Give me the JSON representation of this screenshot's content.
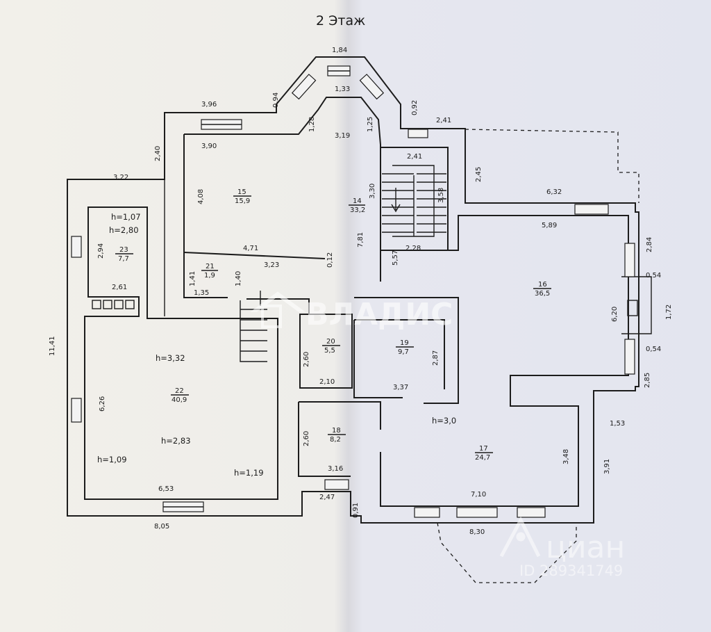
{
  "title": "2 Этаж",
  "dimensions": {
    "d1_84": "1,84",
    "d1_33": "1,33",
    "d0_94": "0,94",
    "d0_92": "0,92",
    "d3_96": "3,96",
    "d3_90": "3,90",
    "d1_28": "1,28",
    "d3_19": "3,19",
    "d1_25": "1,25",
    "d2_41a": "2,41",
    "d2_41b": "2,41",
    "d2_40": "2,40",
    "d3_22": "3,22",
    "d2_45": "2,45",
    "d4_08": "4,08",
    "d3_30": "3,30",
    "d3_58": "3,58",
    "d6_32": "6,32",
    "d5_89": "5,89",
    "d7_81": "7,81",
    "d5_57": "5,57",
    "d2_28": "2,28",
    "d2_84": "2,84",
    "d0_54a": "0,54",
    "d0_54b": "0,54",
    "d6_20": "6,20",
    "d1_72": "1,72",
    "d4_71": "4,71",
    "d3_23": "3,23",
    "d0_12": "0,12",
    "d2_94": "2,94",
    "d1_41": "1,41",
    "d1_40": "1,40",
    "d1_35": "1,35",
    "d2_61": "2,61",
    "d11_41": "11,41",
    "d2_60a": "2,60",
    "d2_10": "2,10",
    "d2_87": "2,87",
    "d3_37": "3,37",
    "d2_85": "2,85",
    "d1_53": "1,53",
    "d6_26": "6,26",
    "d2_60b": "2,60",
    "d3_16": "3,16",
    "d3_48": "3,48",
    "d3_91": "3,91",
    "d6_53": "6,53",
    "d2_47": "2,47",
    "d7_10": "7,10",
    "d0_91": "0,91",
    "d8_05": "8,05",
    "d8_30": "8,30"
  },
  "rooms": [
    {
      "num": "15",
      "area": "15,9"
    },
    {
      "num": "14",
      "area": "33,2"
    },
    {
      "num": "16",
      "area": "36,5"
    },
    {
      "num": "23",
      "area": "7,7"
    },
    {
      "num": "21",
      "area": "1,9"
    },
    {
      "num": "20",
      "area": "5,5"
    },
    {
      "num": "19",
      "area": "9,7"
    },
    {
      "num": "22",
      "area": "40,9"
    },
    {
      "num": "18",
      "area": "8,2"
    },
    {
      "num": "17",
      "area": "24,7"
    }
  ],
  "heights": {
    "h23a": "h=1,07",
    "h23b": "h=2,80",
    "h22a": "h=3,32",
    "h22b": "h=2,83",
    "h22c": "h=1,09",
    "h22d": "h=1,19",
    "h17": "h=3,0"
  },
  "watermarks": {
    "vladis": "ВЛАДИС",
    "cian": "циан",
    "cian_id": "ID 289341749"
  },
  "colors": {
    "paper_left": "#f1efe9",
    "paper_right": "#e7e8f1",
    "line": "#1c1c1c"
  }
}
